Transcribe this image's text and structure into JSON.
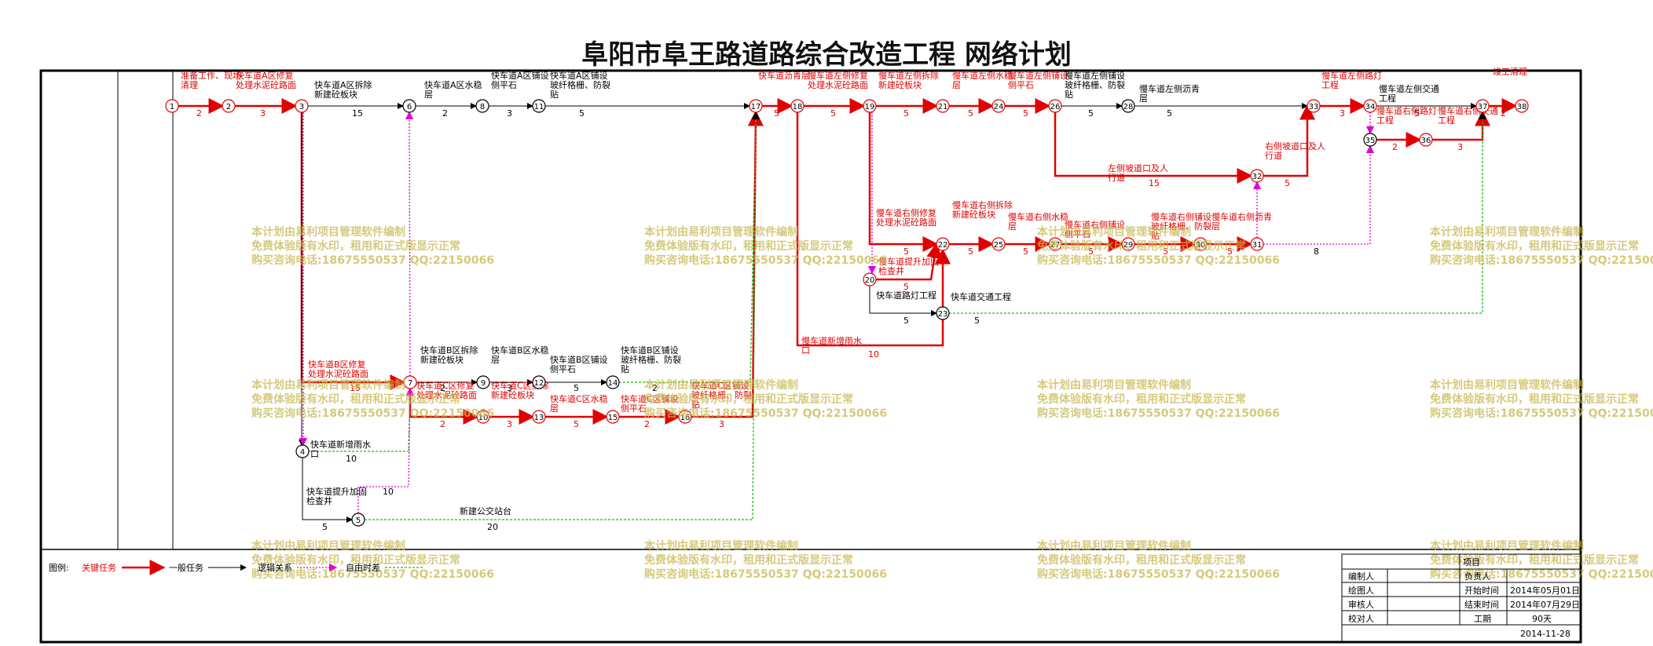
{
  "title": "阜阳市阜王路道路综合改造工程    网络计划",
  "colors": {
    "critical": "#e00000",
    "normal": "#000000",
    "free_float": "#22bb22",
    "logic": "#dd00dd",
    "watermark": "#c8b850"
  },
  "legend": {
    "label": "图例:",
    "critical": "关键任务",
    "normal": "一般任务",
    "logic": "逻辑关系",
    "free_float": "自由时差"
  },
  "title_block": {
    "project_label": "项目",
    "editor": "编制人",
    "principal": "负责人",
    "drafter": "绘图人",
    "start_label": "开始时间",
    "start": "2014年05月01日",
    "reviewer": "审核人",
    "end_label": "结束时间",
    "end": "2014年07月29日",
    "checker": "校对人",
    "duration_label": "工期",
    "duration": "90天",
    "date": "2014-11-28"
  },
  "watermark": [
    "本计划由易利项目管理软件编制",
    "免费体验版有水印，租用和正式版显示正常",
    "购买咨询电话:18675550537 QQ:22150066"
  ],
  "nodes": [
    "1",
    "2",
    "3",
    "4",
    "5",
    "6",
    "7",
    "8",
    "9",
    "10",
    "11",
    "12",
    "13",
    "14",
    "15",
    "16",
    "17",
    "18",
    "19",
    "20",
    "21",
    "22",
    "23",
    "24",
    "25",
    "26",
    "27",
    "28",
    "29",
    "30",
    "31",
    "32",
    "33",
    "34",
    "35",
    "36",
    "37",
    "38"
  ],
  "tasks": [
    {
      "name": "准备工作、现场清理",
      "duration": "2"
    },
    {
      "name": "快车道A区修复处理水泥砼路面",
      "duration": "3"
    },
    {
      "name": "快车道A区拆除新建砼板块",
      "duration": "15"
    },
    {
      "name": "快车道A区水稳层",
      "duration": "2"
    },
    {
      "name": "快车道A区铺设侧平石",
      "duration": "3"
    },
    {
      "name": "快车道A区铺设玻纤格栅、防裂贴",
      "duration": "5"
    },
    {
      "name": "快车道沥青层",
      "duration": "5"
    },
    {
      "name": "慢车道左侧修复处理水泥砼路面",
      "duration": "5"
    },
    {
      "name": "慢车道左侧拆除新建砼板块",
      "duration": "5"
    },
    {
      "name": "慢车道左侧水稳层",
      "duration": "5"
    },
    {
      "name": "慢车道左侧铺设侧平石",
      "duration": "5"
    },
    {
      "name": "慢车道左侧铺设玻纤格栅、防裂贴",
      "duration": "5"
    },
    {
      "name": "慢车道左侧沥青层",
      "duration": "5"
    },
    {
      "name": "左侧坡道口及人行道",
      "duration": "15"
    },
    {
      "name": "右侧坡道口及人行道",
      "duration": "5"
    },
    {
      "name": "慢车道左侧路灯工程",
      "duration": "3"
    },
    {
      "name": "慢车道左侧交通工程",
      "duration": "5"
    },
    {
      "name": "慢车道右侧路灯工程",
      "duration": "2"
    },
    {
      "name": "慢车道右侧交通工程",
      "duration": "3"
    },
    {
      "name": "竣工清理",
      "duration": "2"
    },
    {
      "name": "慢车道右侧修复处理水泥砼路面",
      "duration": "5"
    },
    {
      "name": "慢车道右侧拆除新建砼板块",
      "duration": "5"
    },
    {
      "name": "慢车道右侧水稳层",
      "duration": "5"
    },
    {
      "name": "慢车道右侧铺设侧平石",
      "duration": "5"
    },
    {
      "name": "慢车道右侧铺设玻纤格栅、防裂贴",
      "duration": "5"
    },
    {
      "name": "慢车道右侧沥青层",
      "duration": "5"
    },
    {
      "name": "慢车道提升加固检查井",
      "duration": "5"
    },
    {
      "name": "快车道路灯工程",
      "duration": "5"
    },
    {
      "name": "快车道交通工程",
      "duration": "5"
    },
    {
      "name": "慢车道新增雨水口",
      "duration": "10"
    },
    {
      "name": "快车道B区修复处理水泥砼路面",
      "duration": "15"
    },
    {
      "name": "快车道B区拆除新建砼板块",
      "duration": "2"
    },
    {
      "name": "快车道B区水稳层",
      "duration": "3"
    },
    {
      "name": "快车道B区铺设侧平石",
      "duration": "5"
    },
    {
      "name": "快车道B区铺设玻纤格栅、防裂贴",
      "duration": "2"
    },
    {
      "name": "快车道C区修复处理水泥砼路面",
      "duration": "2"
    },
    {
      "name": "快车道C区拆除新建砼板块",
      "duration": "3"
    },
    {
      "name": "快车道C区水稳层",
      "duration": "5"
    },
    {
      "name": "快车道C区铺设侧平石",
      "duration": "2"
    },
    {
      "name": "快车道C区铺设玻纤格栅、防裂贴",
      "duration": "3"
    },
    {
      "name": "快车道新增雨水口",
      "duration": "10"
    },
    {
      "name": "快车道提升加固检查井",
      "duration": "5"
    },
    {
      "name": "新建公交站台",
      "duration": "20"
    },
    {
      "name": "",
      "duration": "8"
    },
    {
      "name": "",
      "duration": "10"
    }
  ]
}
